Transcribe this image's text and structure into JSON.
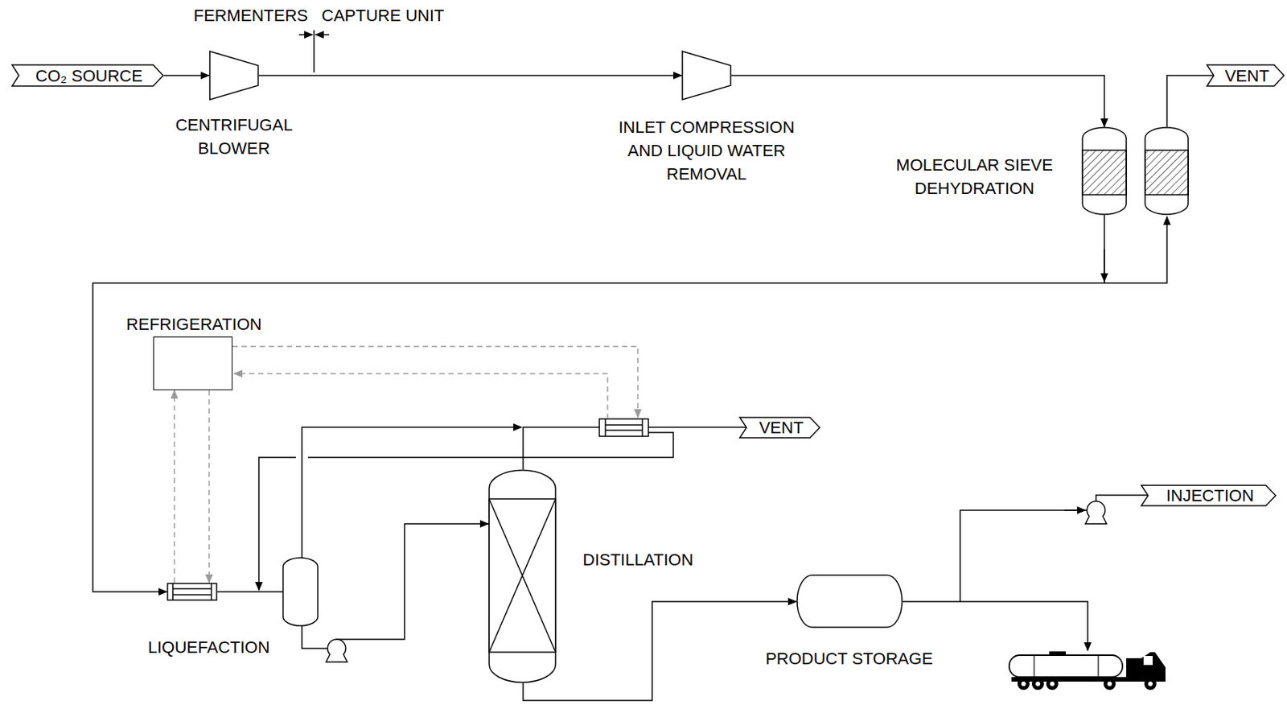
{
  "diagram": {
    "nodes": [
      {
        "text": [
          "CO₂ SOURCE"
        ]
      },
      {
        "text": [
          "CENTRIFUGAL BLOWER"
        ]
      },
      {
        "text": [
          "INLET COMPRESSION AND LIQUID WATER REMOVAL"
        ]
      },
      {
        "text": [
          "MOLECULAR SIEVE DEHYDRATION"
        ]
      },
      {
        "text": [
          "VENT"
        ]
      },
      {
        "text": [
          "REFRIGERATION"
        ]
      },
      {
        "text": [
          "LIQUEFACTION"
        ]
      },
      {
        "text": [
          "DISTILLATION"
        ]
      },
      {
        "text": [
          "VENT"
        ]
      },
      {
        "text": [
          "PRODUCT STORAGE"
        ]
      },
      {
        "text": [
          "INJECTION"
        ]
      }
    ],
    "edges": [
      {
        "from": 0,
        "to": 1,
        "arrow": "to"
      },
      {
        "from": 1,
        "to": 2,
        "arrow": "to"
      },
      {
        "from": 2,
        "to": 3,
        "arrow": "to"
      },
      {
        "from": 3,
        "to": 4,
        "arrow": "none"
      },
      {
        "from": 3,
        "to": 6,
        "arrow": "to"
      },
      {
        "from": 5,
        "to": 6,
        "arrow": "to"
      },
      {
        "from": 6,
        "to": 5,
        "arrow": "to"
      },
      {
        "from": 6,
        "to": 7,
        "arrow": "to"
      },
      {
        "from": 7,
        "to": 8,
        "arrow": "none"
      },
      {
        "from": 7,
        "to": 9,
        "arrow": "to"
      },
      {
        "from": 9,
        "to": 10,
        "arrow": "none"
      }
    ],
    "labels": [
      "FERMENTERS",
      "CAPTURE UNIT"
    ]
  }
}
